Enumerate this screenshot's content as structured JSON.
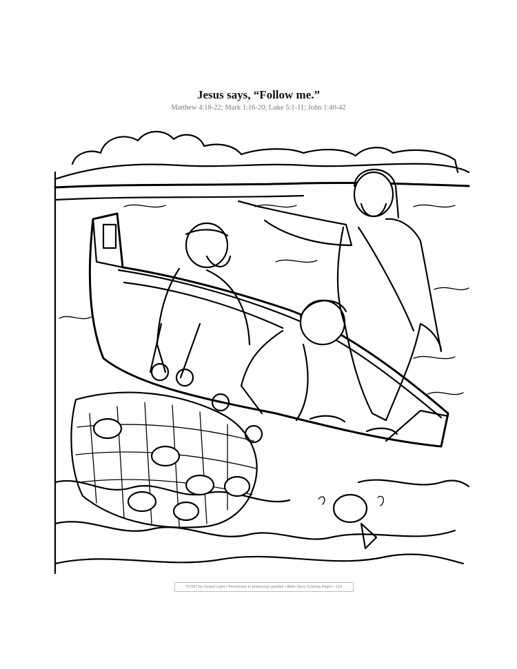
{
  "page": {
    "title": "Jesus says, “Follow me.”",
    "references": "Matthew 4:18-22; Mark 1:16-20; Luke 5:1-11; John 1:40-42",
    "footer": "©1997 by Gospel Light • Permission to photocopy granted • Bible Story Coloring Pages • 114"
  },
  "illustration": {
    "style": "black-line coloring page",
    "ink_color": "#000000",
    "paper_color": "#ffffff"
  }
}
